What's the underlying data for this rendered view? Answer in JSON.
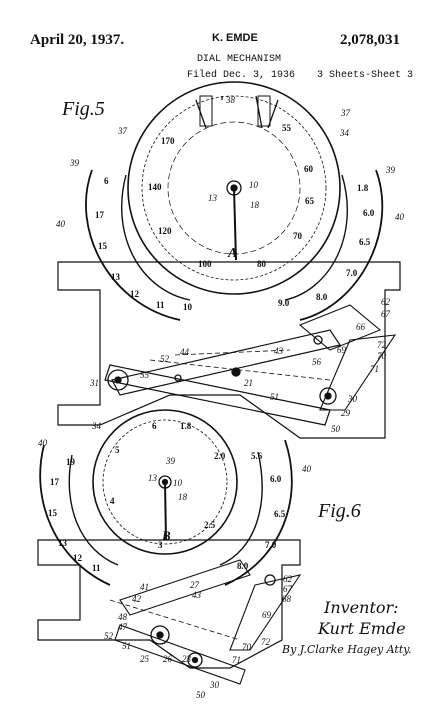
{
  "header": {
    "date": "April 20, 1937.",
    "inventor_name": "K. EMDE",
    "patent_number": "2,078,031",
    "title": "DIAL MECHANISM",
    "filed": "Filed Dec. 3, 1936",
    "sheets": "3 Sheets-Sheet 3"
  },
  "fig5": {
    "label": "Fig.5",
    "inner_dial": [
      "170",
      "140",
      "120",
      "100",
      "80",
      "70",
      "65",
      "60",
      "55"
    ],
    "left_scale": [
      "6",
      "17",
      "15",
      "13",
      "12",
      "11",
      "10"
    ],
    "right_scale": [
      "1.8",
      "6.0",
      "6.5",
      "7.0",
      "8.0",
      "9.0"
    ],
    "refs": [
      "38",
      "37",
      "37",
      "34",
      "39",
      "39",
      "40",
      "40",
      "10",
      "13",
      "18",
      "A",
      "62",
      "67",
      "66",
      "69",
      "72",
      "70",
      "71",
      "56",
      "52",
      "55",
      "44",
      "43",
      "21",
      "51",
      "31",
      "30",
      "29",
      "50"
    ]
  },
  "fig6": {
    "label": "Fig.6",
    "inner_dial": [
      "6",
      "1.8",
      "2.0",
      "2.5",
      "3",
      "4",
      "5"
    ],
    "left_scale": [
      "19",
      "17",
      "15",
      "13",
      "12",
      "11"
    ],
    "right_scale": [
      "5.6",
      "6.0",
      "6.5",
      "7.0",
      "8.0"
    ],
    "refs": [
      "34",
      "39",
      "40",
      "40",
      "13",
      "10",
      "18",
      "B",
      "62",
      "67",
      "68",
      "69",
      "72",
      "70",
      "71",
      "30",
      "50",
      "41",
      "42",
      "43",
      "27",
      "48",
      "47",
      "52",
      "51",
      "25",
      "26",
      "23"
    ]
  },
  "signature": {
    "inventor_label": "Inventor:",
    "inventor_name": "Kurt Emde",
    "attorney": "By J.Clarke Hagey Atty."
  }
}
